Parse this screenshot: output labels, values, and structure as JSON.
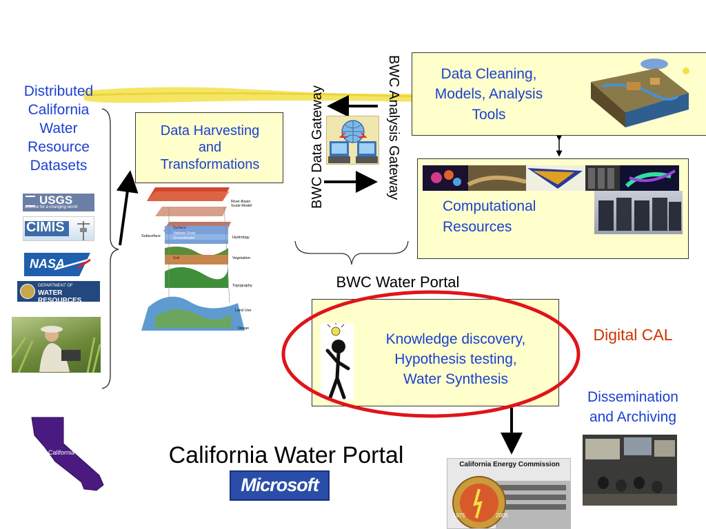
{
  "left_column": {
    "label_lines": [
      "Distributed",
      "California",
      "Water",
      "Resource",
      "Datasets"
    ],
    "logos": {
      "usgs": "USGS",
      "usgs_tagline": "science for a changing world",
      "cimis": "CIMIS",
      "nasa": "NASA",
      "dwr_small": "DEPARTMENT OF",
      "dwr": "WATER RESOURCES"
    },
    "california_map_label": "California"
  },
  "harvest_box": {
    "lines": [
      "Data Harvesting",
      "and",
      "Transformations"
    ]
  },
  "layers_figure": {
    "labels": [
      "River-Basin Scale Model",
      "Surface",
      "Vadose Zone",
      "Groundwater",
      "Subsurface",
      "Hydrology",
      "Soil",
      "Vegetation",
      "Topography",
      "Land Use",
      "Ocean"
    ]
  },
  "gateways": {
    "data_gateway": "BWC Data Gateway",
    "analysis_gateway": "BWC Analysis Gateway"
  },
  "cleaning_box": {
    "lines": [
      "Data Cleaning,",
      "Models, Analysis",
      "Tools"
    ]
  },
  "compute_box": {
    "lines": [
      "Computational",
      "Resources"
    ]
  },
  "water_portal_label": "BWC Water Portal",
  "knowledge_box": {
    "lines": [
      "Knowledge discovery,",
      "Hypothesis testing,",
      "Water Synthesis"
    ]
  },
  "digital_cal": "Digital CAL",
  "dissemination": {
    "lines": [
      "Dissemination",
      "and Archiving"
    ]
  },
  "california_water_portal": "California Water Portal",
  "microsoft": "Microsoft",
  "energy_commission": {
    "title": "California Energy Commission",
    "seal_years": [
      "1975",
      "2005"
    ]
  },
  "colors": {
    "box_fill": "#ffffcc",
    "label_blue": "#1a3fd1",
    "digital_cal_red": "#cc3300",
    "ellipse_red": "#e0141a",
    "highlighter_yellow": "#f2e04a"
  }
}
